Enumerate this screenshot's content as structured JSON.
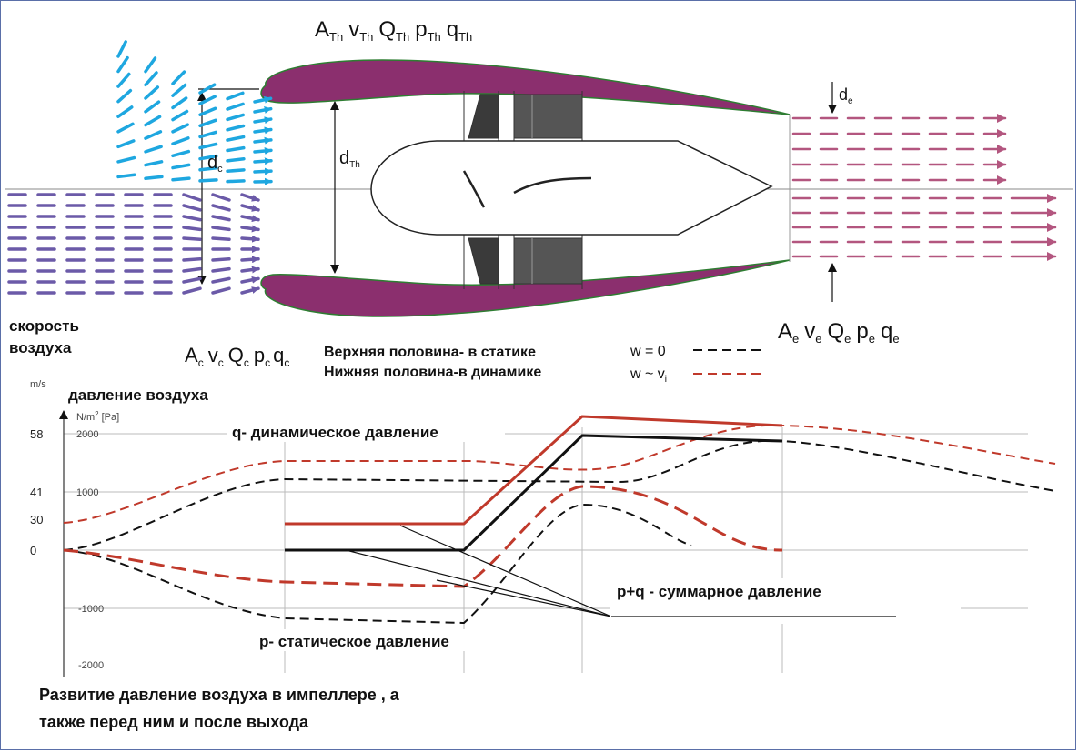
{
  "nacelle": {
    "throat_symbols": [
      "A",
      "Th",
      "v",
      "Th",
      "Q",
      "Th",
      "p",
      "Th",
      "q",
      "Th"
    ],
    "inlet_symbols": [
      "A",
      "c",
      "v",
      "c",
      "Q",
      "c",
      "p",
      "c",
      "q",
      "c"
    ],
    "exit_symbols": [
      "A",
      "e",
      "v",
      "e",
      "Q",
      "e",
      "p",
      "e",
      "q",
      "e"
    ],
    "d_c": [
      "d",
      "c"
    ],
    "d_th": [
      "d",
      "Th"
    ],
    "d_e": [
      "d",
      "e"
    ],
    "airspeed_label": [
      "скорость",
      "воздуха"
    ],
    "colors": {
      "nacelle": "#8b2f6e",
      "flow_top": "#1ea7e0",
      "flow_bottom": "#6b5aa8",
      "exhaust": "#b3567f"
    }
  },
  "legend": {
    "upper": {
      "label": "Верхняя половина- в статике",
      "formula": "w = 0",
      "style": "black-dashed"
    },
    "lower": {
      "label": "Нижняя половина-в динамике",
      "formula_main": "w ~ v",
      "formula_sub": "i",
      "style": "red-dashed"
    }
  },
  "graph": {
    "left_axis_unit": "m/s",
    "pressure_title": "давление воздуха",
    "right_axis_unit_main": "N/m",
    "right_axis_unit_sup": "2",
    "right_axis_unit_tail": "[Pa]",
    "left_ticks": [
      "58",
      "41",
      "30",
      "0"
    ],
    "right_ticks": [
      "2000",
      "1000",
      "-1000",
      "-2000"
    ],
    "q_label": "q- динамическое давление",
    "p_label": "p- статическое давление",
    "pq_label": "p+q - суммарное   давление",
    "caption_line1": "Развитие давление воздуха в импеллере , а",
    "caption_line2": "также перед ним и после выхода",
    "colors": {
      "static": "#111111",
      "dynamic": "#c0392b",
      "grid": "#bbbbbb"
    }
  }
}
